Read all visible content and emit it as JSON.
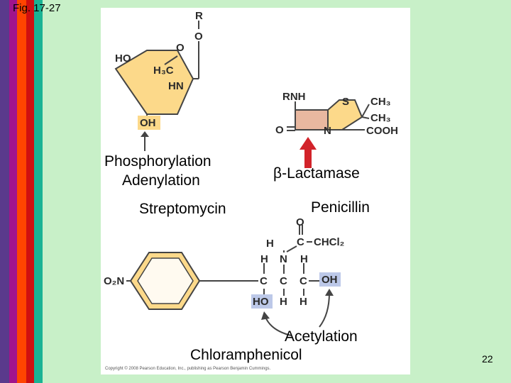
{
  "slide": {
    "figure_label": "Fig. 17-27",
    "page_number": "22",
    "copyright": "Copyright © 2008 Pearson Education, Inc., publishing as Pearson Benjamin Cummings."
  },
  "labels": {
    "phosphorylation": "Phosphorylation",
    "adenylation": "Adenylation",
    "streptomycin": "Streptomycin",
    "lactamase": "β-Lactamase",
    "penicillin": "Penicillin",
    "acetylation": "Acetylation",
    "chloramphenicol": "Chloramphenicol"
  },
  "streptomycin_atoms": {
    "r": "R",
    "o_link": "O",
    "o_ring": "O",
    "ho": "HO",
    "h3c": "H₃C",
    "hn": "HN",
    "oh": "OH"
  },
  "penicillin_atoms": {
    "rnh": "RNH",
    "s": "S",
    "ch3_a": "CH₃",
    "ch3_b": "CH₃",
    "o": "O",
    "n": "N",
    "cooh": "COOH"
  },
  "chloramphenicol_atoms": {
    "o_top": "O",
    "h_left": "H",
    "c_acyl": "C",
    "chcl2": "CHCl₂",
    "h_n": "H",
    "n": "N",
    "h_mid": "H",
    "o2n": "O₂N",
    "c1": "C",
    "c2": "C",
    "c3": "C",
    "oh": "OH",
    "ho": "HO",
    "h_b1": "H",
    "h_b2": "H"
  },
  "colors": {
    "slide_background": "#c8f0c8",
    "ring_fill": "#fcd98a",
    "lactam_fill": "#e8b8a0",
    "highlight_box": "#bcc8e8",
    "arrow_red": "#d2232a",
    "stripe_colors": [
      "#5a3a8c",
      "#a0148c",
      "#ff4400",
      "#d01010",
      "#1ab394"
    ]
  }
}
